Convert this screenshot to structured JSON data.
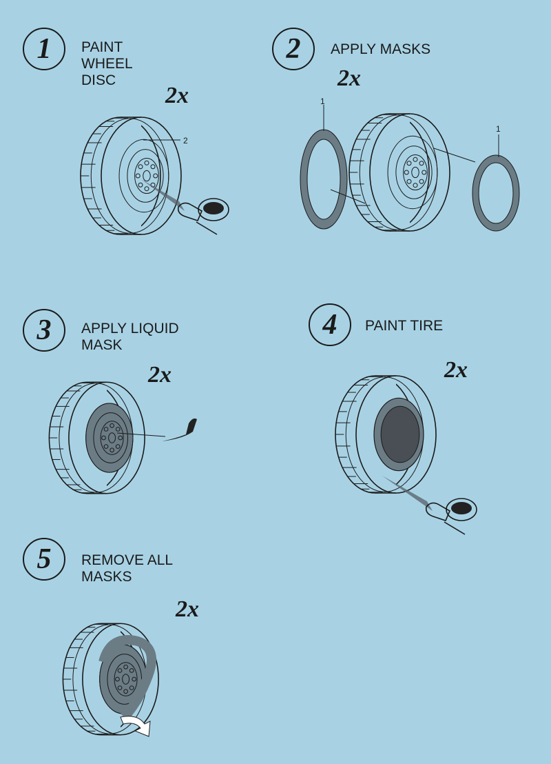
{
  "steps": [
    {
      "number": "1",
      "title": "PAINT\nWHEEL\nDISC",
      "quantity": "2x",
      "callouts": [
        "2"
      ]
    },
    {
      "number": "2",
      "title": "APPLY MASKS",
      "quantity": "2x",
      "callouts": [
        "1",
        "1"
      ]
    },
    {
      "number": "3",
      "title": "APPLY LIQUID\nMASK",
      "quantity": "2x"
    },
    {
      "number": "4",
      "title": "PAINT TIRE",
      "quantity": "2x"
    },
    {
      "number": "5",
      "title": "REMOVE  ALL\nMASKS",
      "quantity": "2x"
    }
  ],
  "colors": {
    "background": "#a8d2e4",
    "mask": "#6b7c85",
    "paint": "#4a4f55",
    "ink": "#1a1a1a"
  }
}
